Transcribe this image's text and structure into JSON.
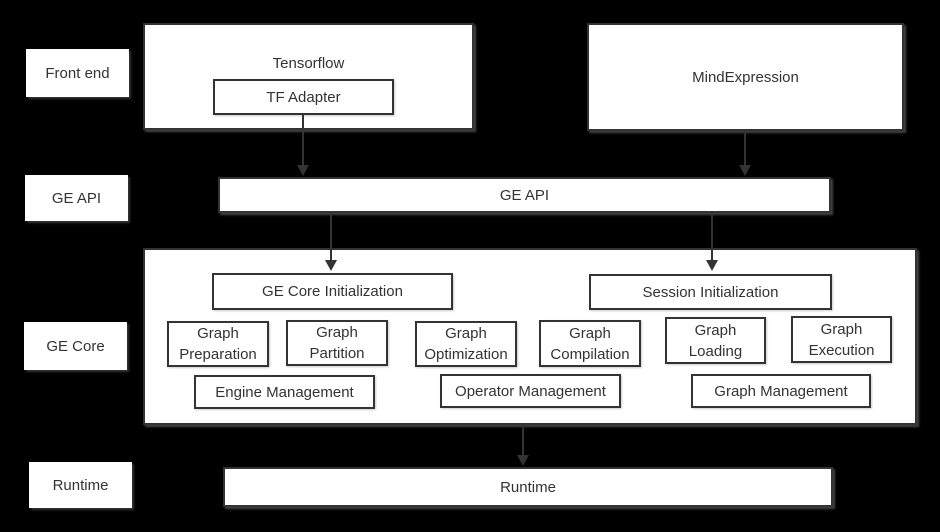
{
  "colors": {
    "background": "#000000",
    "box_fill": "#ffffff",
    "border": "#333333",
    "text": "#333333",
    "arrow": "#333333"
  },
  "row_labels": {
    "front_end": "Front end",
    "ge_api": "GE API",
    "ge_core": "GE Core",
    "runtime": "Runtime"
  },
  "front_end": {
    "tensorflow": "Tensorflow",
    "tf_adapter": "TF Adapter",
    "mindexpression": "MindExpression"
  },
  "ge_api": {
    "label": "GE API"
  },
  "ge_core": {
    "ge_core_initialization": "GE Core Initialization",
    "session_initialization": "Session Initialization",
    "modules": [
      "Graph Preparation",
      "Graph Partition",
      "Graph Optimization",
      "Graph Compilation",
      "Graph Loading",
      "Graph Execution"
    ],
    "management": [
      "Engine Management",
      "Operator Management",
      "Graph Management"
    ]
  },
  "runtime": {
    "label": "Runtime"
  }
}
